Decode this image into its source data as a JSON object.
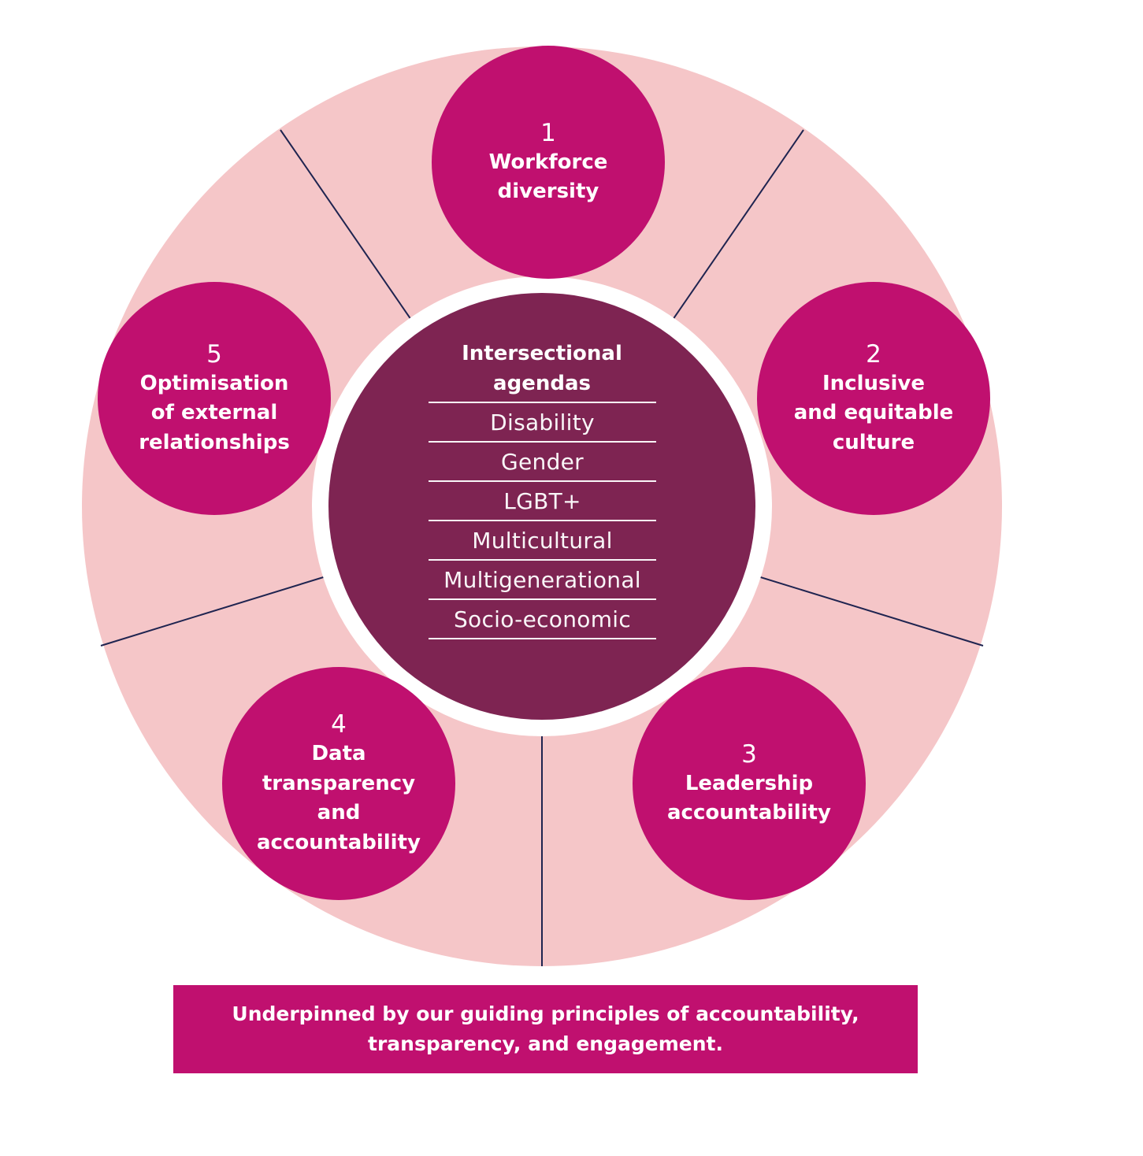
{
  "colors": {
    "outer_ring": "#f5c6c8",
    "petal": "#c0106f",
    "hub": "#7e2452",
    "divider_line": "#1f2450",
    "gap_ring": "#ffffff",
    "text": "#ffffff"
  },
  "pillars": [
    {
      "number": "1",
      "label": "Workforce\ndiversity"
    },
    {
      "number": "2",
      "label": "Inclusive\nand equitable\nculture"
    },
    {
      "number": "3",
      "label": "Leadership\naccountability"
    },
    {
      "number": "4",
      "label": "Data\ntransparency\nand\naccountability"
    },
    {
      "number": "5",
      "label": "Optimisation\nof external\nrelationships"
    }
  ],
  "center": {
    "title": "Intersectional\nagendas",
    "items": [
      "Disability",
      "Gender",
      "LGBT+",
      "Multicultural",
      "Multigenerational",
      "Socio-economic"
    ]
  },
  "banner": {
    "text": "Underpinned by our  guiding principles of accountability,\ntransparency, and engagement."
  }
}
